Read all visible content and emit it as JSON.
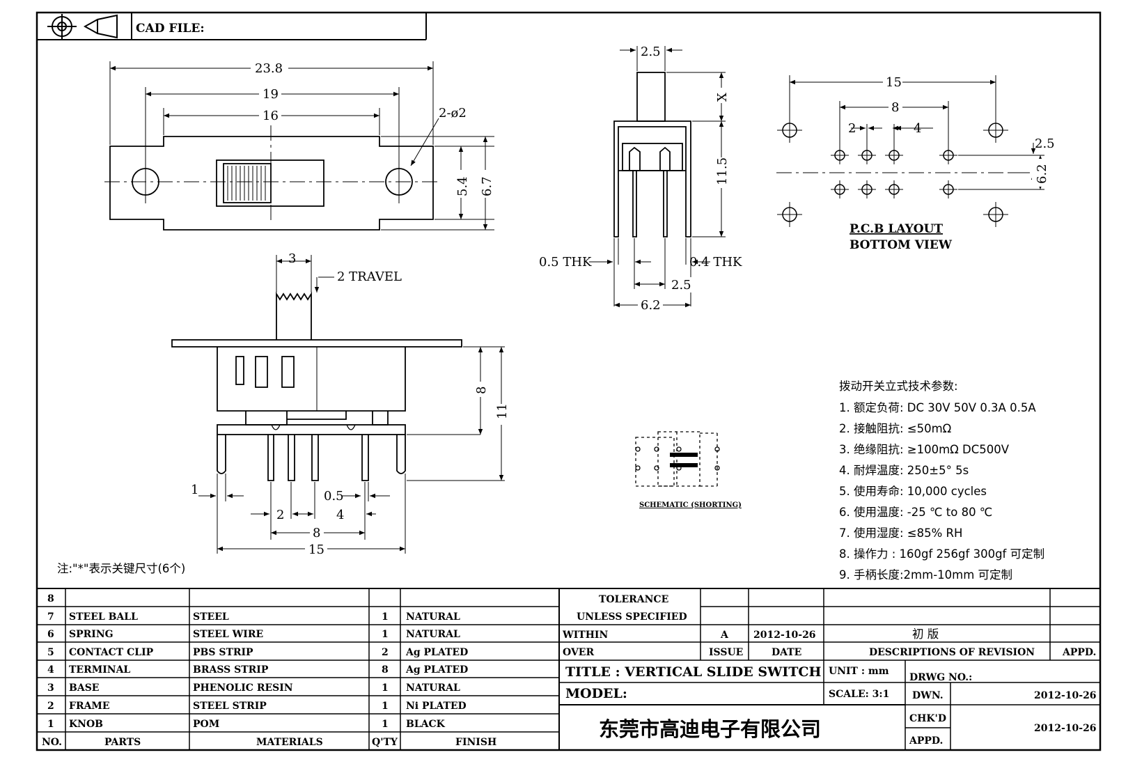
{
  "header": {
    "cad_file_label": "CAD FILE:"
  },
  "top_view": {
    "dims": {
      "overall": "23.8",
      "hole_pitch": "19",
      "body": "16",
      "holes": "2-ø2",
      "height_inner": "5.4",
      "height_outer": "6.7"
    }
  },
  "side_view": {
    "dims": {
      "knob": "3",
      "travel": "2 TRAVEL",
      "h8": "8",
      "h11": "11",
      "left": "1",
      "p05": "0.5",
      "p2": "2",
      "p4": "4",
      "p8": "8",
      "p15": "15"
    },
    "note": "注:\"*\"表示关键尺寸(6个)"
  },
  "end_view": {
    "dims": {
      "knob_w": "2.5",
      "x": "X",
      "h115": "11.5",
      "thk05": "0.5 THK",
      "thk04": "0.4 THK",
      "pitch25": "2.5",
      "w62": "6.2"
    }
  },
  "pcb": {
    "dims": {
      "w15": "15",
      "w8": "8",
      "p2": "2",
      "p4": "4",
      "r25": "2.5",
      "r62": "6.2"
    },
    "title_line1": "P.C.B LAYOUT",
    "title_line2": "BOTTOM  VIEW"
  },
  "schematic": {
    "caption": "SCHEMATIC (SHORTING)"
  },
  "specs": {
    "title": "拨动开关立式技术参数:",
    "items": [
      "1.  额定负荷: DC 30V    50V    0.3A    0.5A",
      "2.  接触阻抗:  ≤50mΩ",
      "3.  绝缘阻抗:  ≥100mΩ   DC500V",
      "4.  耐焊温度: 250±5°   5s",
      "5.  使用寿命: 10,000 cycles",
      "6.  使用温度: -25  ℃   to 80  ℃",
      "7.  使用湿度:  ≤85% RH",
      "8.  操作力 : 160gf     256gf     300gf   可定制",
      "9.  手柄长度:2mm-10mm   可定制"
    ]
  },
  "bom": {
    "headers": {
      "no": "NO.",
      "parts": "PARTS",
      "materials": "MATERIALS",
      "qty": "Q'TY",
      "finish": "FINISH"
    },
    "rows": [
      {
        "no": "8",
        "part": "",
        "material": "",
        "qty": "",
        "finish": ""
      },
      {
        "no": "7",
        "part": "STEEL BALL",
        "material": "STEEL",
        "qty": "1",
        "finish": "NATURAL"
      },
      {
        "no": "6",
        "part": "SPRING",
        "material": "STEEL WIRE",
        "qty": "1",
        "finish": "NATURAL"
      },
      {
        "no": "5",
        "part": "CONTACT CLIP",
        "material": "PBS STRIP",
        "qty": "2",
        "finish": "Ag PLATED"
      },
      {
        "no": "4",
        "part": "TERMINAL",
        "material": "BRASS STRIP",
        "qty": "8",
        "finish": "Ag PLATED"
      },
      {
        "no": "3",
        "part": "BASE",
        "material": "PHENOLIC RESIN",
        "qty": "1",
        "finish": "NATURAL"
      },
      {
        "no": "2",
        "part": "FRAME",
        "material": "STEEL STRIP",
        "qty": "1",
        "finish": "Ni PLATED"
      },
      {
        "no": "1",
        "part": "KNOB",
        "material": "POM",
        "qty": "1",
        "finish": "BLACK"
      }
    ]
  },
  "title_block": {
    "tolerance": "TOLERANCE",
    "unless": "UNLESS   SPECIFIED",
    "within": "WITHIN",
    "over": "OVER",
    "rev": "A",
    "rev_date": "2012-10-26",
    "rev_desc": "初  版",
    "issue": "ISSUE",
    "date": "DATE",
    "desc_header": "DESCRIPTIONS  OF  REVISION",
    "appd": "APPD.",
    "title": "TITLE :   VERTICAL  SLIDE  SWITCH",
    "unit": "UNIT :   mm",
    "drwg_no": "DRWG NO.:",
    "model": "MODEL:",
    "scale": "SCALE:   3:1",
    "dwn": "DWN.",
    "dwn_date": "2012-10-26",
    "chkd": "CHK'D",
    "chkd_date": "2012-10-26",
    "appd2": "APPD.",
    "company": "东莞市高迪电子有限公司"
  }
}
